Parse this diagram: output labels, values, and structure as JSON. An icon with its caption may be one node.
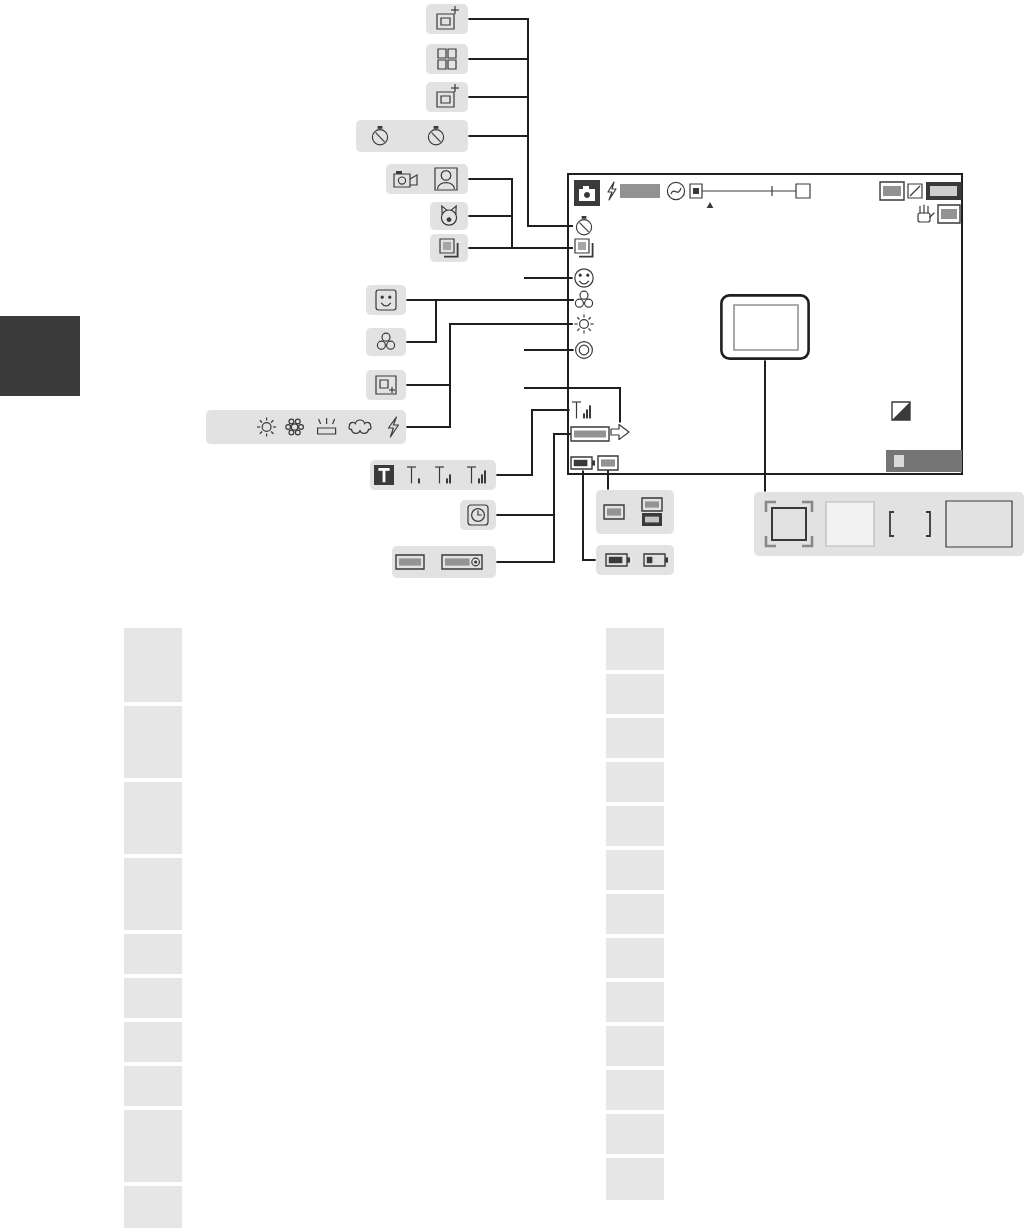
{
  "diagram": {
    "nodes": [
      {
        "text": [],
        "shape": "picture"
      },
      {
        "text": [],
        "shape": "picture"
      },
      {
        "text": [],
        "shape": "picture"
      },
      {
        "text": [],
        "shape": "picture"
      },
      {
        "text": [],
        "shape": "picture"
      },
      {
        "text": [],
        "shape": "picture"
      },
      {
        "text": [],
        "shape": "picture"
      },
      {
        "text": [],
        "shape": "box"
      },
      {
        "text": [],
        "shape": "picture",
        "in": 7
      },
      {
        "text": [],
        "shape": "picture",
        "in": 7
      },
      {
        "text": [],
        "shape": "picture",
        "in": 7
      },
      {
        "text": [],
        "shape": "picture",
        "in": 7
      },
      {
        "text": [],
        "shape": "picture",
        "in": 7
      },
      {
        "text": [],
        "shape": "picture",
        "in": 7
      },
      {
        "text": [],
        "shape": "picture",
        "in": 7
      },
      {
        "text": [],
        "shape": "picture",
        "in": 7
      },
      {
        "text": [],
        "shape": "picture",
        "in": 7
      },
      {
        "text": [],
        "shape": "picture",
        "in": 7
      },
      {
        "text": [],
        "shape": "picture",
        "in": 7
      },
      {
        "text": [],
        "shape": "picture",
        "in": 7
      },
      {
        "text": [],
        "shape": "picture"
      },
      {
        "text": [],
        "shape": "picture"
      },
      {
        "text": [],
        "shape": "picture"
      },
      {
        "text": [],
        "shape": "picture"
      },
      {
        "text": [],
        "shape": "picture"
      },
      {
        "text": [],
        "shape": "picture"
      },
      {
        "text": [],
        "shape": "picture"
      },
      {
        "text": [],
        "shape": "picture"
      },
      {
        "text": [],
        "shape": "picture"
      },
      {
        "text": [],
        "shape": "picture"
      },
      {
        "text": [],
        "shape": "box"
      },
      {
        "text": [],
        "shape": "box"
      },
      {
        "text": [],
        "shape": "box"
      },
      {
        "text": [],
        "shape": "box"
      },
      {
        "text": [],
        "shape": "box"
      },
      {
        "text": [],
        "shape": "box"
      },
      {
        "text": [],
        "shape": "box"
      },
      {
        "text": [],
        "shape": "box"
      },
      {
        "text": [],
        "shape": "box"
      },
      {
        "text": [],
        "shape": "box"
      },
      {
        "text": [],
        "shape": "box"
      },
      {
        "text": [],
        "shape": "box"
      },
      {
        "text": [],
        "shape": "box"
      },
      {
        "text": [],
        "shape": "box"
      },
      {
        "text": [],
        "shape": "box"
      },
      {
        "text": [],
        "shape": "box"
      },
      {
        "text": [],
        "shape": "box"
      },
      {
        "text": [],
        "shape": "box"
      },
      {
        "text": [],
        "shape": "box"
      },
      {
        "text": [],
        "shape": "box"
      },
      {
        "text": [],
        "shape": "box"
      },
      {
        "text": [],
        "shape": "box"
      },
      {
        "text": [],
        "shape": "box"
      }
    ],
    "edges": [
      {
        "from": 0,
        "to": 8,
        "arrow": "none"
      },
      {
        "from": 1,
        "to": 8,
        "arrow": "none"
      },
      {
        "from": 2,
        "to": 8,
        "arrow": "none"
      },
      {
        "from": 3,
        "to": 8,
        "arrow": "none"
      },
      {
        "from": 4,
        "to": 9,
        "arrow": "none"
      },
      {
        "from": 5,
        "to": 9,
        "arrow": "none"
      },
      {
        "from": 6,
        "to": 9,
        "arrow": "none"
      },
      {
        "from": null,
        "to": 10,
        "arrow": "none"
      },
      {
        "from": 20,
        "to": 11,
        "arrow": "none"
      },
      {
        "from": 21,
        "to": 11,
        "arrow": "none"
      },
      {
        "from": 22,
        "to": 12,
        "arrow": "none"
      },
      {
        "from": 23,
        "to": 12,
        "arrow": "none"
      },
      {
        "from": null,
        "to": 13,
        "arrow": "none"
      },
      {
        "from": null,
        "to": 16,
        "arrow": "none"
      },
      {
        "from": 24,
        "to": 14,
        "arrow": "none"
      },
      {
        "from": 25,
        "to": 15,
        "arrow": "none"
      },
      {
        "from": 26,
        "to": 15,
        "arrow": "none"
      },
      {
        "from": 27,
        "to": 18,
        "arrow": "none"
      },
      {
        "from": 28,
        "to": 17,
        "arrow": "none"
      },
      {
        "from": 29,
        "to": 19,
        "arrow": "none"
      }
    ]
  }
}
